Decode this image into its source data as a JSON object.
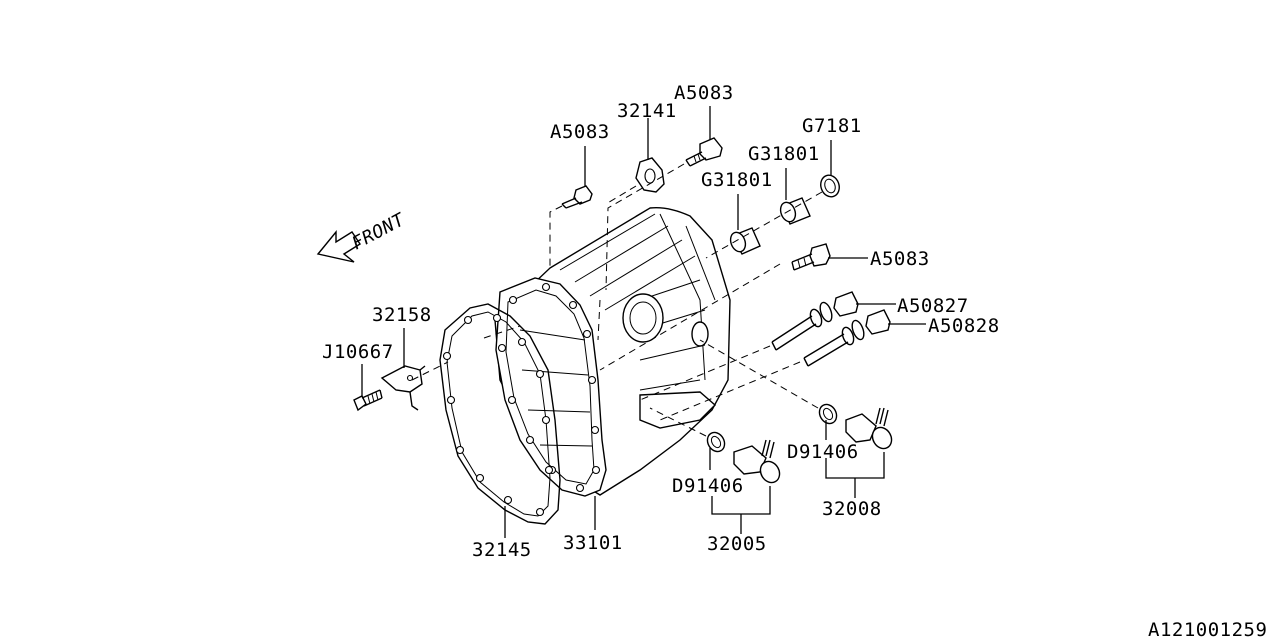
{
  "diagram": {
    "front_label": "FRONT",
    "diagram_code": "A121001259",
    "labels": {
      "a5083_top_left": "A5083",
      "p32141": "32141",
      "a5083_top_right": "A5083",
      "g7181": "G7181",
      "g31801_upper": "G31801",
      "g31801_lower": "G31801",
      "a5083_right": "A5083",
      "a50827": "A50827",
      "a50828": "A50828",
      "p32158": "32158",
      "j10667": "J10667",
      "d91406_right": "D91406",
      "p32008": "32008",
      "d91406_left": "D91406",
      "p32005": "32005",
      "p33101": "33101",
      "p32145": "32145"
    }
  }
}
